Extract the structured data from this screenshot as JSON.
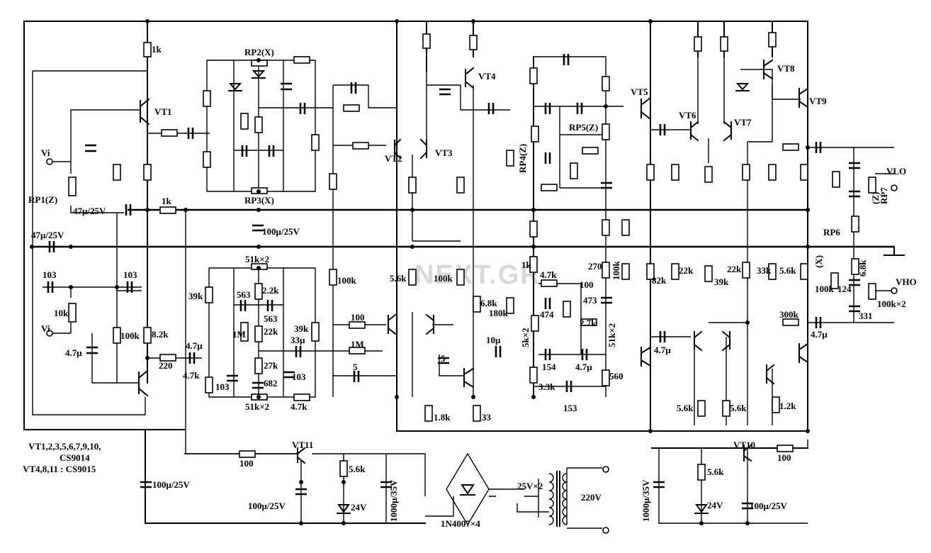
{
  "watermark": "NEXT.GR",
  "notes": {
    "npn_list": "VT1,2,3,5,6,7,9,10,",
    "npn_type": "CS9014",
    "pnp_line": "VT4,8,11 : CS9015"
  },
  "terminals": {
    "vi_top": "Vi",
    "vi_bottom": "Vi",
    "vlo": "VLO",
    "vho": "VHO"
  },
  "transistors": {
    "vt1": "VT1",
    "vt2": "VT2",
    "vt3": "VT3",
    "vt4": "VT4",
    "vt5": "VT5",
    "vt6": "VT6",
    "vt7": "VT7",
    "vt8": "VT8",
    "vt9": "VT9",
    "vt10": "VT10",
    "vt11": "VT11"
  },
  "pots": {
    "rp1": "RP1(Z)",
    "rp2": "RP2(X)",
    "rp3": "RP3(X)",
    "rp4": "RP4(Z)",
    "rp5": "RP5(Z)",
    "rp6": "RP6",
    "rp6_x": "(X)",
    "rp7": "RP7",
    "rp7_z": "(Z)"
  },
  "values": {
    "r_1k_top": "1k",
    "c_47u_25v_a": "47μ/25V",
    "c_47u_25v_b": "47μ/25V",
    "r_1k_mid": "1k",
    "c_100u_25v_mid": "100μ/25V",
    "c_103_a": "103",
    "c_103_b": "103",
    "pot_10k": "10k",
    "c_4u7_left": "4.7μ",
    "r_100k_left": "100k",
    "r_8k2": "8.2k",
    "r_220": "220",
    "c_4u7_b": "4.7μ",
    "r_4k7_b": "4.7k",
    "r_51k_x2_top": "51k×2",
    "r_39k_a": "39k",
    "c_563_a": "563",
    "r_2k2": "2.2k",
    "c_563_b": "563",
    "r_1M_a": "1M",
    "r_22k_a": "22k",
    "r_39k_b": "39k",
    "c_33u": "33μ",
    "r_27k": "27k",
    "c_682": "682",
    "c_103_c": "103",
    "c_103_d": "103",
    "r_51k_x2_bot": "51k×2",
    "r_4k7_c": "4.7k",
    "r_100k_mid": "100k",
    "r_100": "100",
    "r_1M_b": "1M",
    "c_5_a": "5",
    "c_5_b": "5",
    "r_5k6_a": "5.6k",
    "r_100k_b": "100k",
    "r_1k8": "1.8k",
    "r_33": "33",
    "r_6k8": "6.8k",
    "r_180k": "180k",
    "c_10u": "10μ",
    "r_1k_rp4": "1k",
    "r_4k7_d": "4.7k",
    "r_100_b": "100",
    "r_270": "270",
    "r_100k_c": "100k",
    "c_474": "474",
    "c_473": "473",
    "r_2k7": "2.7k",
    "r_5k_x2": "5k×2",
    "r_51k_x2_r": "51k×2",
    "c_154": "154",
    "c_4u7_d": "4.7μ",
    "r_560": "560",
    "r_3k3": "3.3k",
    "c_153": "153",
    "r_82k": "82k",
    "r_22k_b": "22k",
    "r_39k_c": "39k",
    "r_22k_c": "22k",
    "r_33k": "33k",
    "r_5k6_b": "5.6k",
    "c_4u7_e": "4.7μ",
    "r_300k": "300k",
    "c_4u7_f": "4.7μ",
    "r_5k6_c": "5.6k",
    "r_5k6_d": "5.6k",
    "r_1k2": "1.2k",
    "r_100k_d": "100k",
    "r_124": "124",
    "r_6k8_b": "6.8k",
    "c_331": "331",
    "r_100k_x2": "100k×2",
    "c_100u_25v_ps1": "100μ/25V",
    "r_100_ps1": "100",
    "r_5k6_ps1": "5.6k",
    "c_1000u_35v_a": "1000μ/35V",
    "c_100u_25v_ps1b": "100μ/25V",
    "z_24v_a": "24V",
    "bridge": "1N4007×4",
    "xfmr_sec": "25V×2",
    "mains": "220V",
    "c_1000u_35v_b": "1000μ/35V",
    "r_5k6_ps2": "5.6k",
    "z_24v_b": "24V",
    "c_100u_25v_ps2": "100μ/25V",
    "r_100_ps2": "100"
  }
}
